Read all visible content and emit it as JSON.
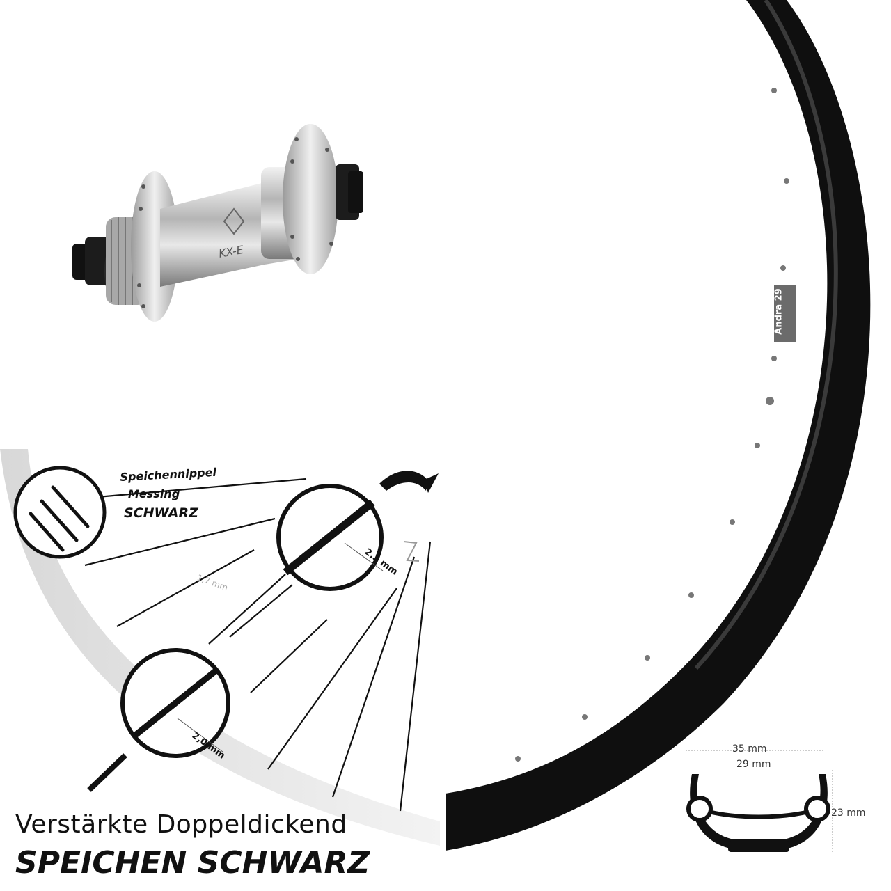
{
  "hub": {
    "brand_mark": "KX-E"
  },
  "rim": {
    "sticker_model": "Andra 29"
  },
  "nipples": {
    "line1": "Speichennippel",
    "line2": "Messing",
    "line3": "SCHWARZ"
  },
  "spoke_gauges": {
    "middle": "1,7 mm",
    "top": "2,3 mm",
    "bottom": "2,0 mm"
  },
  "headline": {
    "line1": "Verstärkte Doppeldickend",
    "line2": "SPEICHEN SCHWARZ"
  },
  "rim_profile": {
    "outer_width": "35 mm",
    "inner_width": "29 mm",
    "height": "23 mm"
  },
  "colors": {
    "rim": "#0f0f0f",
    "hub": "#c4c4c4",
    "background": "#ffffff",
    "arc": "#e6e6e6"
  }
}
